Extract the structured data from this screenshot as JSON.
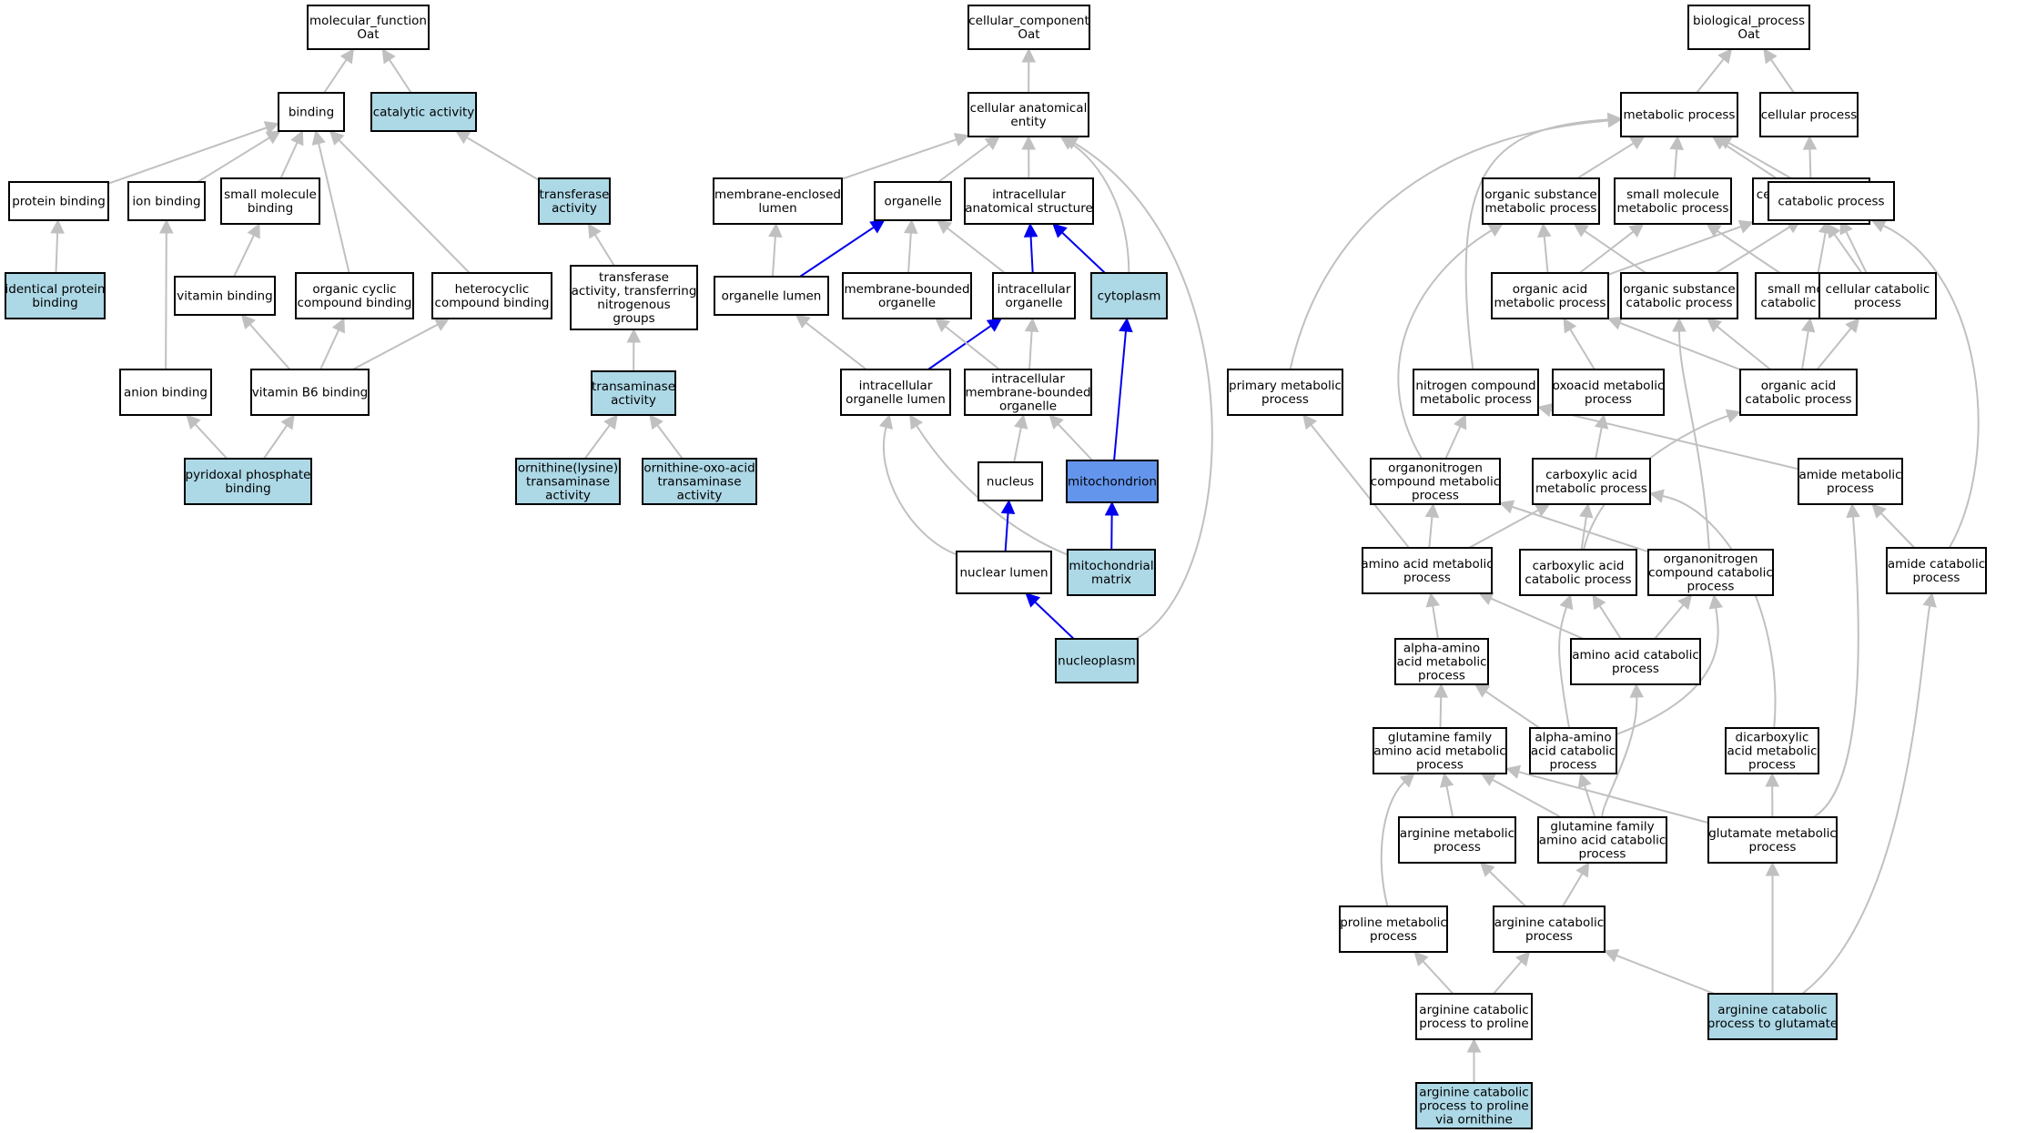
{
  "colors": {
    "plain": "#ffffff",
    "annotated": "#add8e6",
    "focus": "#6495ed",
    "edge": "#c0c0c0",
    "highlight_edge": "#0000ee",
    "border": "#000000"
  },
  "nodes": [
    {
      "id": "mf_oat",
      "lines": [
        "molecular_function",
        "Oat"
      ],
      "fill": "plain"
    },
    {
      "id": "binding",
      "lines": [
        "binding"
      ],
      "fill": "plain"
    },
    {
      "id": "catalytic",
      "lines": [
        "catalytic activity"
      ],
      "fill": "annotated"
    },
    {
      "id": "protein_binding",
      "lines": [
        "protein binding"
      ],
      "fill": "plain"
    },
    {
      "id": "ion_binding",
      "lines": [
        "ion binding"
      ],
      "fill": "plain"
    },
    {
      "id": "small_mol_binding",
      "lines": [
        "small molecule",
        "binding"
      ],
      "fill": "plain"
    },
    {
      "id": "transferase",
      "lines": [
        "transferase",
        "activity"
      ],
      "fill": "annotated"
    },
    {
      "id": "identical_protein",
      "lines": [
        "identical protein",
        "binding"
      ],
      "fill": "annotated"
    },
    {
      "id": "vitamin_binding",
      "lines": [
        "vitamin binding"
      ],
      "fill": "plain"
    },
    {
      "id": "organic_cyclic",
      "lines": [
        "organic cyclic",
        "compound binding"
      ],
      "fill": "plain"
    },
    {
      "id": "heterocyclic",
      "lines": [
        "heterocyclic",
        "compound binding"
      ],
      "fill": "plain"
    },
    {
      "id": "transferase_nitro",
      "lines": [
        "transferase",
        "activity, transferring",
        "nitrogenous",
        "groups"
      ],
      "fill": "plain"
    },
    {
      "id": "anion_binding",
      "lines": [
        "anion binding"
      ],
      "fill": "plain"
    },
    {
      "id": "vitb6",
      "lines": [
        "vitamin B6 binding"
      ],
      "fill": "plain"
    },
    {
      "id": "transaminase",
      "lines": [
        "transaminase",
        "activity"
      ],
      "fill": "annotated"
    },
    {
      "id": "plp",
      "lines": [
        "pyridoxal phosphate",
        "binding"
      ],
      "fill": "annotated"
    },
    {
      "id": "orn_lys",
      "lines": [
        "ornithine(lysine)",
        "transaminase",
        "activity"
      ],
      "fill": "annotated"
    },
    {
      "id": "orn_oxo",
      "lines": [
        "ornithine-oxo-acid",
        "transaminase",
        "activity"
      ],
      "fill": "annotated"
    },
    {
      "id": "cc_oat",
      "lines": [
        "cellular_component",
        "Oat"
      ],
      "fill": "plain"
    },
    {
      "id": "cae",
      "lines": [
        "cellular anatomical",
        "entity"
      ],
      "fill": "plain"
    },
    {
      "id": "mem_lumen",
      "lines": [
        "membrane-enclosed",
        "lumen"
      ],
      "fill": "plain"
    },
    {
      "id": "organelle",
      "lines": [
        "organelle"
      ],
      "fill": "plain"
    },
    {
      "id": "ias",
      "lines": [
        "intracellular",
        "anatomical structure"
      ],
      "fill": "plain"
    },
    {
      "id": "org_lumen",
      "lines": [
        "organelle lumen"
      ],
      "fill": "plain"
    },
    {
      "id": "mem_bounded",
      "lines": [
        "membrane-bounded",
        "organelle"
      ],
      "fill": "plain"
    },
    {
      "id": "intra_org",
      "lines": [
        "intracellular",
        "organelle"
      ],
      "fill": "plain"
    },
    {
      "id": "cytoplasm",
      "lines": [
        "cytoplasm"
      ],
      "fill": "annotated"
    },
    {
      "id": "intra_org_lumen",
      "lines": [
        "intracellular",
        "organelle lumen"
      ],
      "fill": "plain"
    },
    {
      "id": "intra_mem_org",
      "lines": [
        "intracellular",
        "membrane-bounded",
        "organelle"
      ],
      "fill": "plain"
    },
    {
      "id": "nucleus",
      "lines": [
        "nucleus"
      ],
      "fill": "plain"
    },
    {
      "id": "mito",
      "lines": [
        "mitochondrion"
      ],
      "fill": "focus"
    },
    {
      "id": "nuc_lumen",
      "lines": [
        "nuclear lumen"
      ],
      "fill": "plain"
    },
    {
      "id": "mito_matrix",
      "lines": [
        "mitochondrial",
        "matrix"
      ],
      "fill": "annotated"
    },
    {
      "id": "nucleoplasm",
      "lines": [
        "nucleoplasm"
      ],
      "fill": "annotated"
    },
    {
      "id": "bp_oat",
      "lines": [
        "biological_process",
        "Oat"
      ],
      "fill": "plain"
    },
    {
      "id": "metabolic",
      "lines": [
        "metabolic process"
      ],
      "fill": "plain"
    },
    {
      "id": "cellular_proc",
      "lines": [
        "cellular process"
      ],
      "fill": "plain"
    },
    {
      "id": "org_sub_met",
      "lines": [
        "organic substance",
        "metabolic process"
      ],
      "fill": "plain"
    },
    {
      "id": "small_mol_met",
      "lines": [
        "small molecule",
        "metabolic process"
      ],
      "fill": "plain"
    },
    {
      "id": "cell_met",
      "lines": [
        "cellular metabolic",
        "process"
      ],
      "fill": "plain"
    },
    {
      "id": "catabolic",
      "lines": [
        "catabolic process"
      ],
      "fill": "plain"
    },
    {
      "id": "org_acid_met",
      "lines": [
        "organic acid",
        "metabolic process"
      ],
      "fill": "plain"
    },
    {
      "id": "org_sub_cat",
      "lines": [
        "organic substance",
        "catabolic process"
      ],
      "fill": "plain"
    },
    {
      "id": "small_mol_cat",
      "lines": [
        "small molecule",
        "catabolic process"
      ],
      "fill": "plain"
    },
    {
      "id": "cell_cat",
      "lines": [
        "cellular catabolic",
        "process"
      ],
      "fill": "plain"
    },
    {
      "id": "primary_met",
      "lines": [
        "primary metabolic",
        "process"
      ],
      "fill": "plain"
    },
    {
      "id": "nitro_met",
      "lines": [
        "nitrogen compound",
        "metabolic process"
      ],
      "fill": "plain"
    },
    {
      "id": "oxoacid_met",
      "lines": [
        "oxoacid metabolic",
        "process"
      ],
      "fill": "plain"
    },
    {
      "id": "org_acid_cat",
      "lines": [
        "organic acid",
        "catabolic process"
      ],
      "fill": "plain"
    },
    {
      "id": "orgnitro_met",
      "lines": [
        "organonitrogen",
        "compound metabolic",
        "process"
      ],
      "fill": "plain"
    },
    {
      "id": "carbox_met",
      "lines": [
        "carboxylic acid",
        "metabolic process"
      ],
      "fill": "plain"
    },
    {
      "id": "amide_met",
      "lines": [
        "amide metabolic",
        "process"
      ],
      "fill": "plain"
    },
    {
      "id": "aa_met",
      "lines": [
        "amino acid metabolic",
        "process"
      ],
      "fill": "plain"
    },
    {
      "id": "carbox_cat",
      "lines": [
        "carboxylic acid",
        "catabolic process"
      ],
      "fill": "plain"
    },
    {
      "id": "orgnitro_cat",
      "lines": [
        "organonitrogen",
        "compound catabolic",
        "process"
      ],
      "fill": "plain"
    },
    {
      "id": "amide_cat",
      "lines": [
        "amide catabolic",
        "process"
      ],
      "fill": "plain"
    },
    {
      "id": "alpha_aa_met",
      "lines": [
        "alpha-amino",
        "acid metabolic",
        "process"
      ],
      "fill": "plain"
    },
    {
      "id": "aa_cat",
      "lines": [
        "amino acid catabolic",
        "process"
      ],
      "fill": "plain"
    },
    {
      "id": "gln_fam_met",
      "lines": [
        "glutamine family",
        "amino acid metabolic",
        "process"
      ],
      "fill": "plain"
    },
    {
      "id": "alpha_aa_cat",
      "lines": [
        "alpha-amino",
        "acid catabolic",
        "process"
      ],
      "fill": "plain"
    },
    {
      "id": "dicarb_met",
      "lines": [
        "dicarboxylic",
        "acid metabolic",
        "process"
      ],
      "fill": "plain"
    },
    {
      "id": "arg_met",
      "lines": [
        "arginine metabolic",
        "process"
      ],
      "fill": "plain"
    },
    {
      "id": "gln_fam_cat",
      "lines": [
        "glutamine family",
        "amino acid catabolic",
        "process"
      ],
      "fill": "plain"
    },
    {
      "id": "glu_met",
      "lines": [
        "glutamate metabolic",
        "process"
      ],
      "fill": "plain"
    },
    {
      "id": "pro_met",
      "lines": [
        "proline metabolic",
        "process"
      ],
      "fill": "plain"
    },
    {
      "id": "arg_cat",
      "lines": [
        "arginine catabolic",
        "process"
      ],
      "fill": "plain"
    },
    {
      "id": "arg_cat_pro",
      "lines": [
        "arginine catabolic",
        "process to proline"
      ],
      "fill": "plain"
    },
    {
      "id": "arg_cat_glu",
      "lines": [
        "arginine catabolic",
        "process to glutamate"
      ],
      "fill": "annotated"
    },
    {
      "id": "arg_cat_pro_orn",
      "lines": [
        "arginine catabolic",
        "process to proline",
        "via ornithine"
      ],
      "fill": "annotated"
    }
  ],
  "edges": [
    {
      "from": "binding",
      "to": "mf_oat"
    },
    {
      "from": "catalytic",
      "to": "mf_oat"
    },
    {
      "from": "protein_binding",
      "to": "binding"
    },
    {
      "from": "ion_binding",
      "to": "binding"
    },
    {
      "from": "small_mol_binding",
      "to": "binding"
    },
    {
      "from": "organic_cyclic",
      "to": "binding"
    },
    {
      "from": "heterocyclic",
      "to": "binding"
    },
    {
      "from": "transferase",
      "to": "catalytic"
    },
    {
      "from": "identical_protein",
      "to": "protein_binding"
    },
    {
      "from": "vitamin_binding",
      "to": "small_mol_binding"
    },
    {
      "from": "anion_binding",
      "to": "ion_binding"
    },
    {
      "from": "transferase_nitro",
      "to": "transferase"
    },
    {
      "from": "vitb6",
      "to": "vitamin_binding"
    },
    {
      "from": "vitb6",
      "to": "organic_cyclic"
    },
    {
      "from": "vitb6",
      "to": "heterocyclic"
    },
    {
      "from": "transaminase",
      "to": "transferase_nitro"
    },
    {
      "from": "plp",
      "to": "anion_binding"
    },
    {
      "from": "plp",
      "to": "vitb6"
    },
    {
      "from": "orn_lys",
      "to": "transaminase"
    },
    {
      "from": "orn_oxo",
      "to": "transaminase"
    },
    {
      "from": "cae",
      "to": "cc_oat"
    },
    {
      "from": "mem_lumen",
      "to": "cae"
    },
    {
      "from": "organelle",
      "to": "cae"
    },
    {
      "from": "ias",
      "to": "cae"
    },
    {
      "from": "cytoplasm",
      "to": "cae"
    },
    {
      "from": "nucleoplasm",
      "to": "cae"
    },
    {
      "from": "org_lumen",
      "to": "mem_lumen"
    },
    {
      "from": "org_lumen",
      "to": "organelle",
      "hl": true
    },
    {
      "from": "mem_bounded",
      "to": "organelle"
    },
    {
      "from": "intra_org",
      "to": "organelle"
    },
    {
      "from": "intra_org",
      "to": "ias",
      "hl": true
    },
    {
      "from": "cytoplasm",
      "to": "ias",
      "hl": true
    },
    {
      "from": "intra_org_lumen",
      "to": "org_lumen"
    },
    {
      "from": "intra_org_lumen",
      "to": "intra_org",
      "hl": true
    },
    {
      "from": "intra_mem_org",
      "to": "mem_bounded"
    },
    {
      "from": "intra_mem_org",
      "to": "intra_org"
    },
    {
      "from": "mito",
      "to": "cytoplasm",
      "hl": true
    },
    {
      "from": "nucleus",
      "to": "intra_mem_org"
    },
    {
      "from": "mito",
      "to": "intra_mem_org"
    },
    {
      "from": "nuc_lumen",
      "to": "intra_org_lumen"
    },
    {
      "from": "mito_matrix",
      "to": "intra_org_lumen"
    },
    {
      "from": "nuc_lumen",
      "to": "nucleus",
      "hl": true
    },
    {
      "from": "mito_matrix",
      "to": "mito",
      "hl": true
    },
    {
      "from": "nucleoplasm",
      "to": "nuc_lumen",
      "hl": true
    },
    {
      "from": "metabolic",
      "to": "bp_oat"
    },
    {
      "from": "cellular_proc",
      "to": "bp_oat"
    },
    {
      "from": "org_sub_met",
      "to": "metabolic"
    },
    {
      "from": "small_mol_met",
      "to": "metabolic"
    },
    {
      "from": "cell_met",
      "to": "metabolic"
    },
    {
      "from": "catabolic",
      "to": "metabolic"
    },
    {
      "from": "primary_met",
      "to": "metabolic"
    },
    {
      "from": "nitro_met",
      "to": "metabolic"
    },
    {
      "from": "cell_met",
      "to": "cellular_proc"
    },
    {
      "from": "org_acid_met",
      "to": "small_mol_met"
    },
    {
      "from": "org_acid_met",
      "to": "cell_met"
    },
    {
      "from": "org_acid_met",
      "to": "org_sub_met"
    },
    {
      "from": "org_sub_cat",
      "to": "org_sub_met"
    },
    {
      "from": "org_sub_cat",
      "to": "catabolic"
    },
    {
      "from": "small_mol_cat",
      "to": "small_mol_met"
    },
    {
      "from": "small_mol_cat",
      "to": "catabolic"
    },
    {
      "from": "cell_cat",
      "to": "cell_met"
    },
    {
      "from": "cell_cat",
      "to": "catabolic"
    },
    {
      "from": "oxoacid_met",
      "to": "org_acid_met"
    },
    {
      "from": "org_acid_cat",
      "to": "org_acid_met"
    },
    {
      "from": "org_acid_cat",
      "to": "org_sub_cat"
    },
    {
      "from": "org_acid_cat",
      "to": "small_mol_cat"
    },
    {
      "from": "org_acid_cat",
      "to": "cell_cat"
    },
    {
      "from": "orgnitro_met",
      "to": "nitro_met"
    },
    {
      "from": "orgnitro_met",
      "to": "org_sub_met"
    },
    {
      "from": "carbox_met",
      "to": "oxoacid_met"
    },
    {
      "from": "amide_met",
      "to": "nitro_met"
    },
    {
      "from": "aa_met",
      "to": "orgnitro_met"
    },
    {
      "from": "aa_met",
      "to": "carbox_met"
    },
    {
      "from": "aa_met",
      "to": "primary_met"
    },
    {
      "from": "carbox_cat",
      "to": "carbox_met"
    },
    {
      "from": "carbox_cat",
      "to": "org_acid_cat"
    },
    {
      "from": "orgnitro_cat",
      "to": "orgnitro_met"
    },
    {
      "from": "orgnitro_cat",
      "to": "org_sub_cat"
    },
    {
      "from": "amide_cat",
      "to": "amide_met"
    },
    {
      "from": "amide_cat",
      "to": "catabolic"
    },
    {
      "from": "alpha_aa_met",
      "to": "aa_met"
    },
    {
      "from": "aa_cat",
      "to": "aa_met"
    },
    {
      "from": "aa_cat",
      "to": "carbox_cat"
    },
    {
      "from": "aa_cat",
      "to": "orgnitro_cat"
    },
    {
      "from": "gln_fam_met",
      "to": "alpha_aa_met"
    },
    {
      "from": "alpha_aa_cat",
      "to": "alpha_aa_met"
    },
    {
      "from": "alpha_aa_cat",
      "to": "carbox_cat"
    },
    {
      "from": "alpha_aa_cat",
      "to": "orgnitro_cat"
    },
    {
      "from": "dicarb_met",
      "to": "carbox_met"
    },
    {
      "from": "arg_met",
      "to": "gln_fam_met"
    },
    {
      "from": "gln_fam_cat",
      "to": "gln_fam_met"
    },
    {
      "from": "gln_fam_cat",
      "to": "alpha_aa_cat"
    },
    {
      "from": "gln_fam_cat",
      "to": "aa_cat"
    },
    {
      "from": "glu_met",
      "to": "gln_fam_met"
    },
    {
      "from": "glu_met",
      "to": "dicarb_met"
    },
    {
      "from": "glu_met",
      "to": "amide_met"
    },
    {
      "from": "pro_met",
      "to": "gln_fam_met"
    },
    {
      "from": "arg_cat",
      "to": "arg_met"
    },
    {
      "from": "arg_cat",
      "to": "gln_fam_cat"
    },
    {
      "from": "arg_cat_pro",
      "to": "pro_met"
    },
    {
      "from": "arg_cat_pro",
      "to": "arg_cat"
    },
    {
      "from": "arg_cat_glu",
      "to": "arg_cat"
    },
    {
      "from": "arg_cat_glu",
      "to": "glu_met"
    },
    {
      "from": "arg_cat_glu",
      "to": "amide_cat"
    },
    {
      "from": "arg_cat_pro_orn",
      "to": "arg_cat_pro"
    }
  ]
}
